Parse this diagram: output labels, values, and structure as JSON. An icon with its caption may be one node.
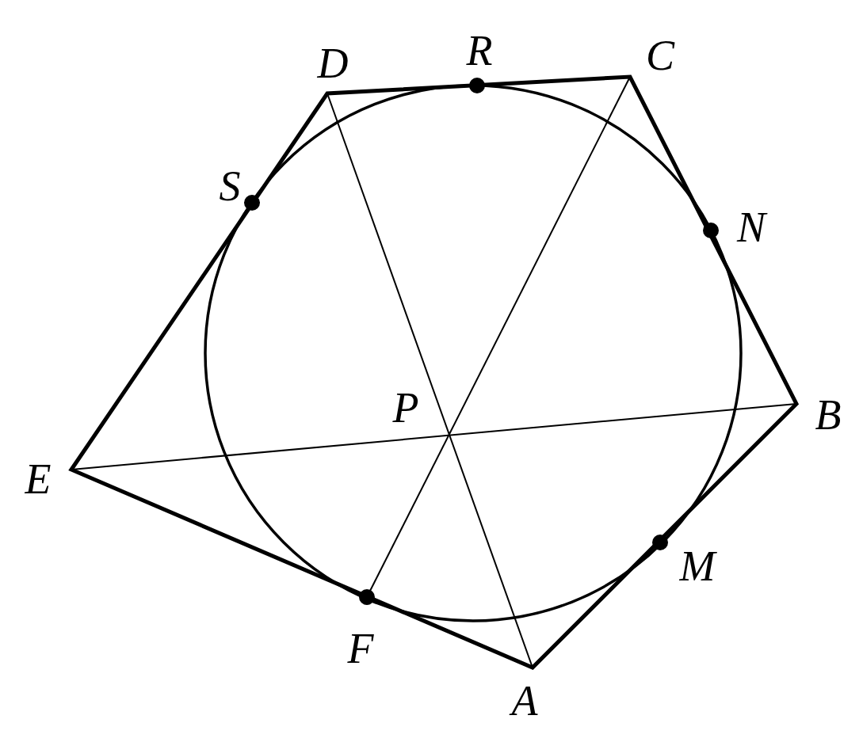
{
  "diagram": {
    "labels": [
      "D",
      "R",
      "C",
      "S",
      "N",
      "P",
      "B",
      "E",
      "M",
      "F",
      "A"
    ]
  }
}
